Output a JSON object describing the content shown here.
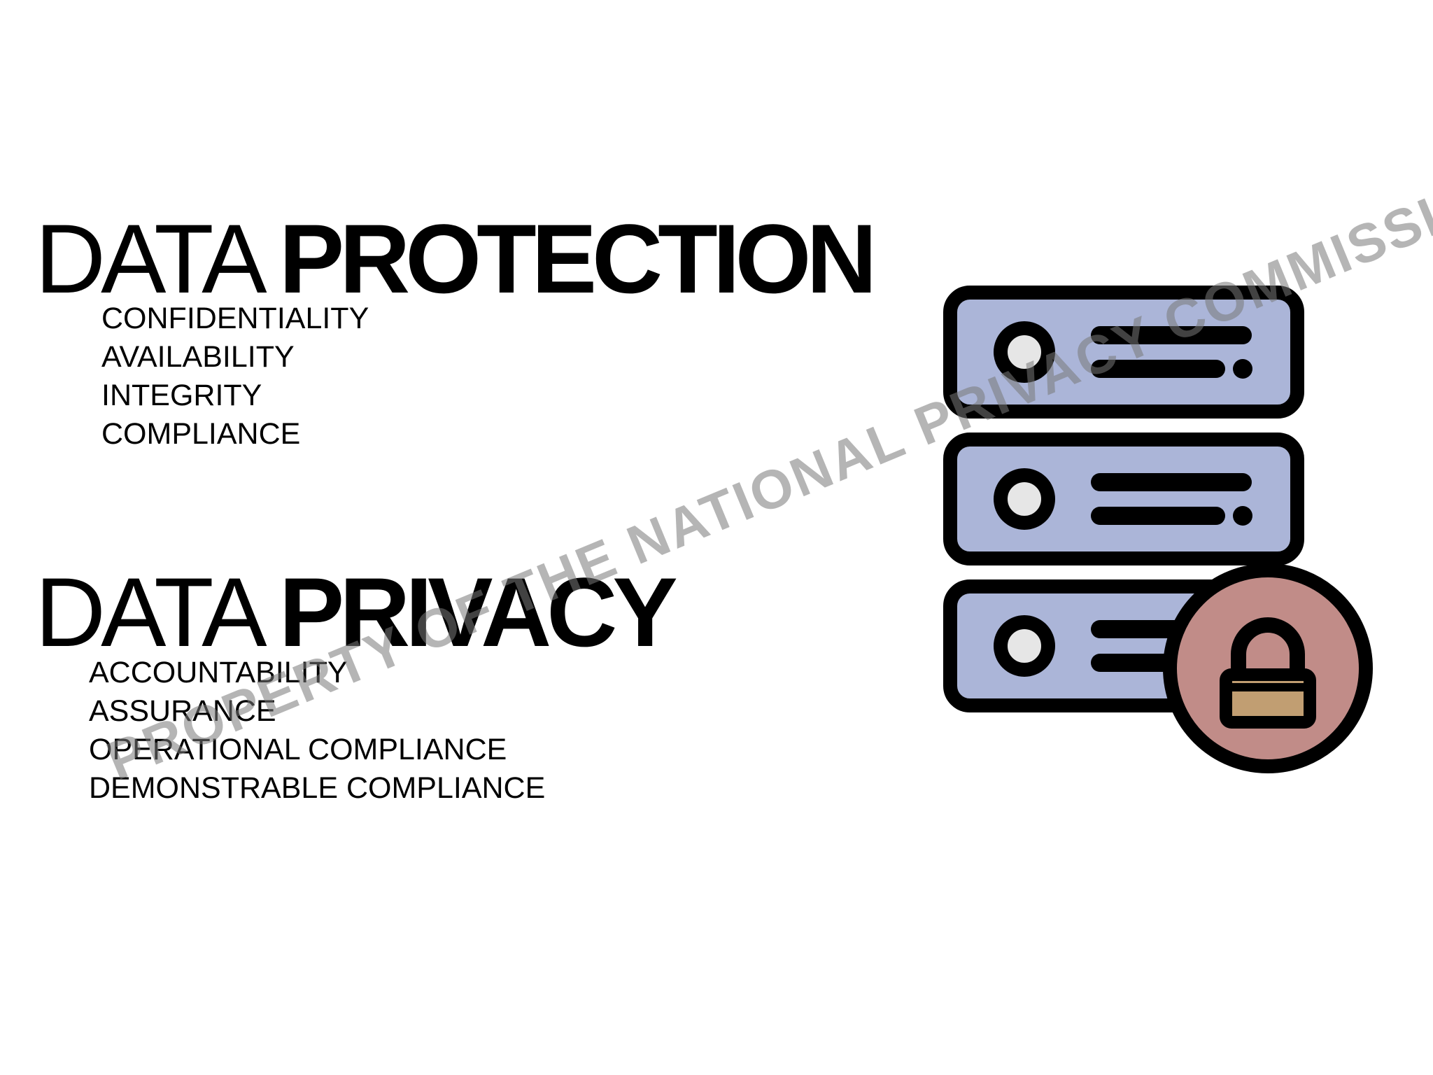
{
  "data_protection": {
    "title_light": "DATA",
    "title_bold": "PROTECTION",
    "items": [
      "CONFIDENTIALITY",
      "AVAILABILITY",
      "INTEGRITY",
      "COMPLIANCE"
    ]
  },
  "data_privacy": {
    "title_light": "DATA",
    "title_bold": "PRIVACY",
    "items": [
      "ACCOUNTABILITY",
      "ASSURANCE",
      "OPERATIONAL COMPLIANCE",
      "DEMONSTRABLE COMPLIANCE"
    ]
  },
  "illustration": {
    "icon": "server-lock-icon",
    "colors": {
      "server_fill": "#abb5d8",
      "lock_circle_fill": "#c18c88",
      "lock_body_fill": "#c19e72",
      "led_fill": "#e6e6e6",
      "outline": "#000000"
    }
  },
  "watermark": {
    "text": "PROPERTY OF THE NATIONAL PRIVACY COMMISSION"
  }
}
